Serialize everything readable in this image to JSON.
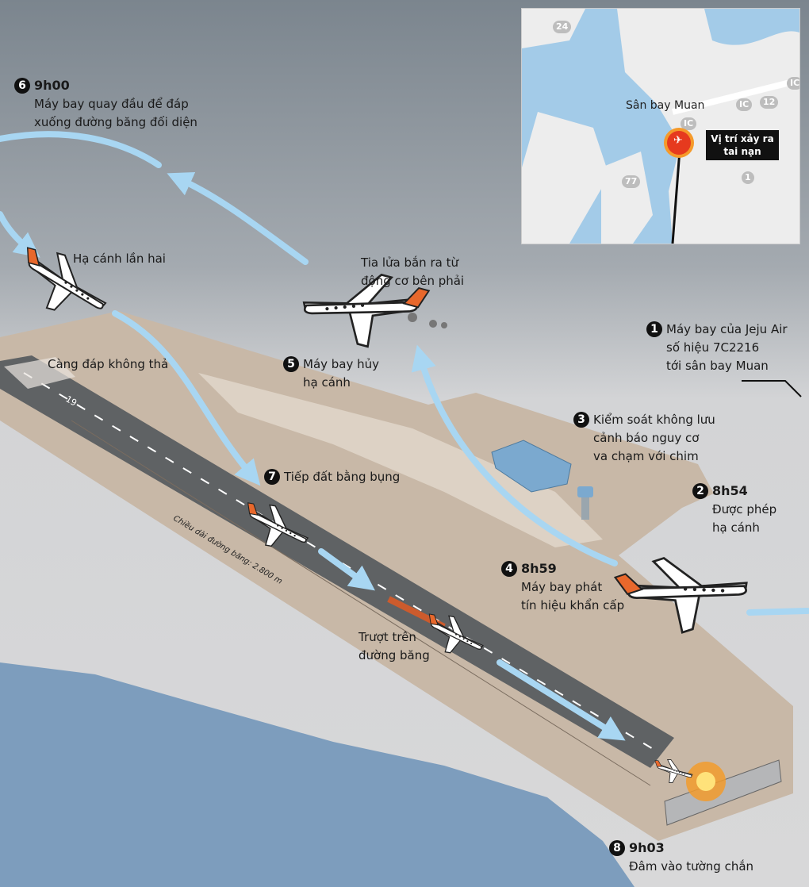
{
  "colors": {
    "sky_top": "#7b858e",
    "sky_bottom": "#d5d6d8",
    "sea": "#7d9dbd",
    "airport": "#c8b8a7",
    "runway": "#5f6264",
    "arrow": "#a8d6f2",
    "plane_tail": "#e8682c"
  },
  "map": {
    "airport_label": "Sân bay Muan",
    "callout": "Vị trí xảy ra tai nạn",
    "roads": [
      "24",
      "77",
      "1",
      "12",
      "IC",
      "IC",
      "IC"
    ],
    "icons": [
      "explosion-icon",
      "airplane-icon"
    ]
  },
  "steps": [
    {
      "number": "1",
      "time": "",
      "text": [
        "Máy bay của Jeju Air",
        "số hiệu 7C2216",
        "tới sân bay Muan"
      ]
    },
    {
      "number": "2",
      "time": "8h54",
      "text": [
        "Được phép",
        "hạ cánh"
      ]
    },
    {
      "number": "3",
      "time": "",
      "text": [
        "Kiểm soát không lưu",
        "cảnh báo nguy cơ",
        "va chạm với chim"
      ]
    },
    {
      "number": "4",
      "time": "8h59",
      "text": [
        "Máy bay phát",
        "tín hiệu khẩn cấp"
      ]
    },
    {
      "number": "5",
      "time": "",
      "text": [
        "Máy bay hủy",
        "hạ cánh"
      ]
    },
    {
      "number": "6",
      "time": "9h00",
      "text": [
        "Máy bay quay đầu để đáp",
        "xuống đường băng đối diện"
      ]
    },
    {
      "number": "7",
      "time": "",
      "text": [
        "Tiếp đất bằng bụng"
      ]
    },
    {
      "number": "8",
      "time": "9h03",
      "text": [
        "Đâm vào tường chắn"
      ]
    }
  ],
  "notes": {
    "second_landing": "Hạ cánh lần hai",
    "gear_not_deployed": "Càng đáp không thả",
    "engine_sparks": [
      "Tia lửa bắn ra từ",
      "động cơ bên phải"
    ],
    "sliding": [
      "Trượt trên",
      "đường băng"
    ],
    "runway_length": "Chiều dài đường băng: 2.800 m",
    "runway_number": "19"
  }
}
